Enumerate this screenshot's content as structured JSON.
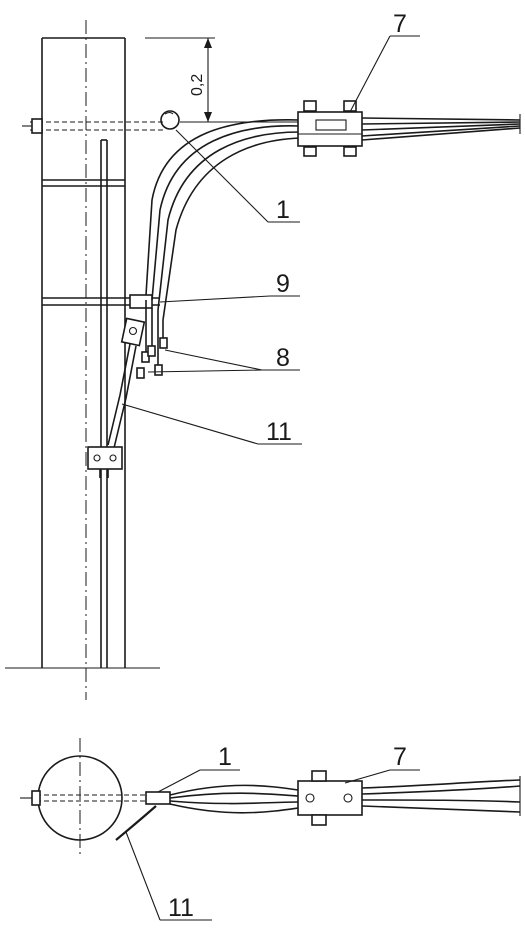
{
  "side_view": {
    "dimension_label": "0,2",
    "callouts": {
      "hook": "1",
      "clamp": "7",
      "band": "9",
      "cable_ends": "8",
      "ground_wire": "11"
    }
  },
  "top_view": {
    "callouts": {
      "hook": "1",
      "clamp": "7",
      "ground_wire": "11"
    }
  }
}
